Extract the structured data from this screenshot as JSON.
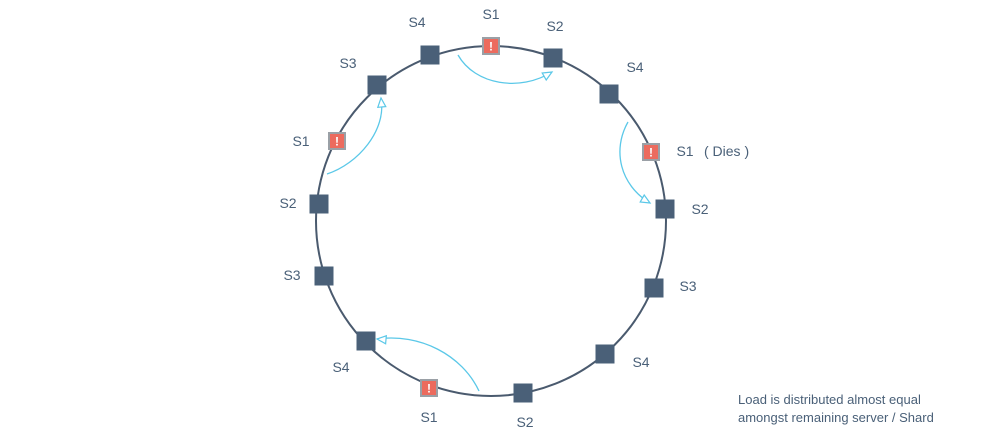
{
  "colors": {
    "ring": "#4a5a6e",
    "server_node": "#4a6078",
    "dead_node_fill": "#ec6b5e",
    "dead_node_border": "#9aa0a6",
    "arrow": "#5bc8e8",
    "label": "#4a6078"
  },
  "icons": {
    "alive": "server-node",
    "dead": "dead-node-alert-icon"
  },
  "nodes": [
    {
      "label": "S1",
      "dead": true
    },
    {
      "label": "S2",
      "dead": false
    },
    {
      "label": "S4",
      "dead": false
    },
    {
      "label": "S1",
      "dead": true
    },
    {
      "label": "S2",
      "dead": false
    },
    {
      "label": "S3",
      "dead": false
    },
    {
      "label": "S4",
      "dead": false
    },
    {
      "label": "S2",
      "dead": false
    },
    {
      "label": "S1",
      "dead": true
    },
    {
      "label": "S4",
      "dead": false
    },
    {
      "label": "S3",
      "dead": false
    },
    {
      "label": "S2",
      "dead": false
    },
    {
      "label": "S1",
      "dead": true
    },
    {
      "label": "S3",
      "dead": false
    },
    {
      "label": "S4",
      "dead": false
    }
  ],
  "dies_annotation": "( Dies )",
  "transfers": [
    {
      "from": "S1",
      "to": "S2"
    },
    {
      "from": "S1",
      "to": "S2"
    },
    {
      "from": "S1",
      "to": "S4"
    },
    {
      "from": "S1",
      "to": "S3"
    }
  ],
  "note": {
    "line1": "Load is distributed almost equal",
    "line2": "amongst remaining server / Shard"
  }
}
